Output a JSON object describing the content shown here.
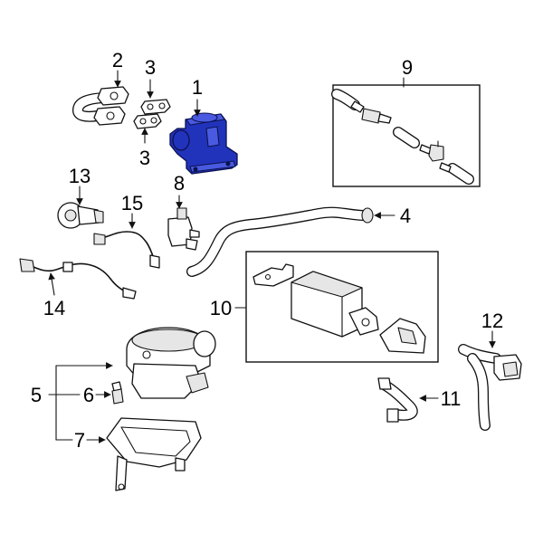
{
  "colors": {
    "highlight": "#2233bb",
    "line": "#111111",
    "background": "#ffffff"
  },
  "callouts": [
    {
      "id": "c1",
      "text": "1"
    },
    {
      "id": "c2",
      "text": "2"
    },
    {
      "id": "c3a",
      "text": "3"
    },
    {
      "id": "c3b",
      "text": "3"
    },
    {
      "id": "c4",
      "text": "4"
    },
    {
      "id": "c5",
      "text": "5"
    },
    {
      "id": "c6",
      "text": "6"
    },
    {
      "id": "c7",
      "text": "7"
    },
    {
      "id": "c8",
      "text": "8"
    },
    {
      "id": "c9",
      "text": "9"
    },
    {
      "id": "c10",
      "text": "10"
    },
    {
      "id": "c11",
      "text": "11"
    },
    {
      "id": "c12",
      "text": "12"
    },
    {
      "id": "c13",
      "text": "13"
    },
    {
      "id": "c14",
      "text": "14"
    },
    {
      "id": "c15",
      "text": "15"
    }
  ]
}
